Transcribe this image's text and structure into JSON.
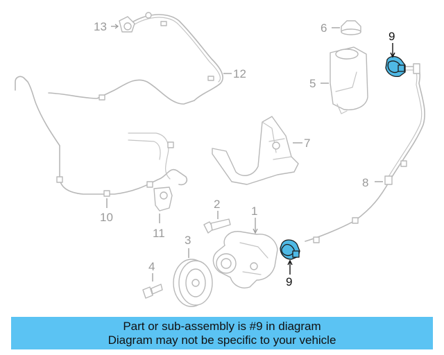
{
  "callouts": {
    "c1": "1",
    "c2": "2",
    "c3": "3",
    "c4": "4",
    "c5": "5",
    "c6": "6",
    "c7": "7",
    "c8": "8",
    "c9a": "9",
    "c9b": "9",
    "c10": "10",
    "c11": "11",
    "c12": "12",
    "c13": "13"
  },
  "highlight_part": "9",
  "colors": {
    "highlight": "#4fb9e5",
    "banner": "#5bc3f3",
    "lines": "#b8b8b8"
  },
  "banner": {
    "line1": "Part or sub-assembly is #9 in diagram",
    "line2": "Diagram may not be specific to your vehicle"
  }
}
